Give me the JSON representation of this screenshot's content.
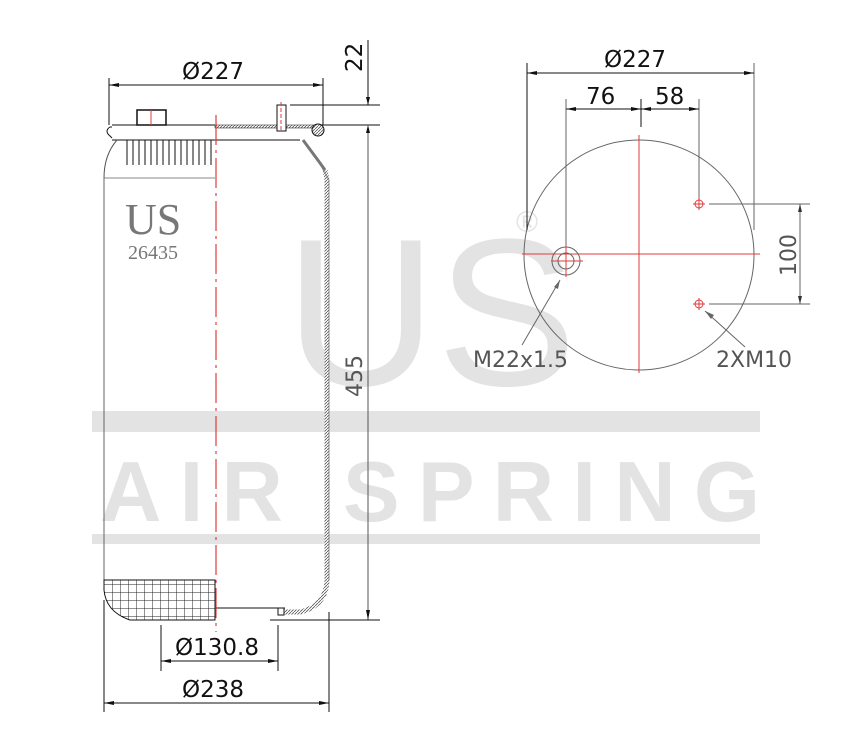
{
  "watermark": {
    "big_logo": "US",
    "registered": "®",
    "tagline": "AIR SPRING",
    "color": "#e3e3e3"
  },
  "side_view": {
    "brand": "US",
    "part_number": "26435",
    "dimensions": {
      "top_diameter": "Ø227",
      "top_height": "22",
      "overall_height": "455",
      "piston_diameter": "Ø130.8",
      "bottom_diameter": "Ø238"
    }
  },
  "top_view": {
    "dimensions": {
      "plate_diameter": "Ø227",
      "left_offset": "76",
      "right_offset": "58",
      "bolt_spacing": "100"
    },
    "callouts": {
      "air_inlet": "M22x1.5",
      "studs": "2XM10"
    }
  },
  "colors": {
    "centerline": "#e23b3b",
    "line": "#111111",
    "thin_line": "#666666"
  }
}
